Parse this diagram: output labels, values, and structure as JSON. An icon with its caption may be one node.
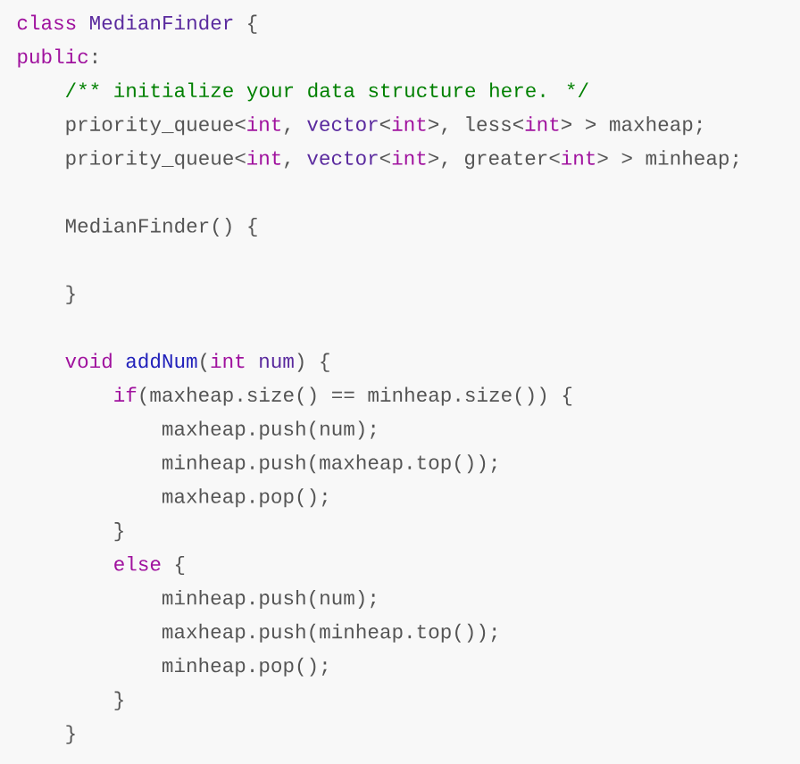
{
  "diagram": {
    "labels": [
      "class",
      "MedianFinder",
      "{",
      "public",
      ":",
      "/**",
      "initialize your data structure here. */",
      "priority_queue<",
      "int",
      ",",
      "vector",
      "<",
      "int",
      ">, less<",
      "int",
      "> > maxheap;",
      "priority_queue<",
      "int",
      ",",
      "vector",
      "<",
      "int",
      ">, greater<",
      "int",
      "> > minheap;",
      "MedianFinder() {",
      "}",
      "void",
      "addNum",
      "(",
      "int",
      "num",
      ") {",
      "if",
      "(maxheap.size() == minheap.size()) {",
      "maxheap.push(num);",
      "minheap.push(maxheap.top());",
      "maxheap.pop();",
      "}",
      "else",
      "{",
      "minheap.push(num);",
      "maxheap.push(minheap.top());",
      "minheap.pop();",
      "}",
      "}"
    ]
  }
}
